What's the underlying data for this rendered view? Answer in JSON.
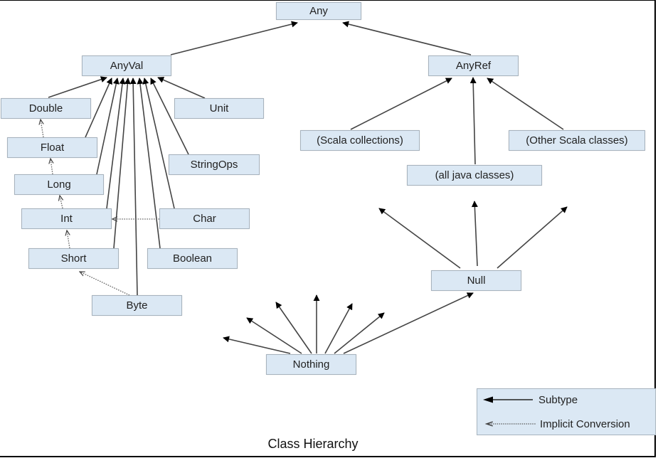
{
  "title": "Class Hierarchy",
  "colors": {
    "node_fill": "#dbe8f4",
    "node_border": "#a7b3be",
    "edge": "#333333",
    "arrowhead": "#000000"
  },
  "nodes": {
    "any": "Any",
    "anyval": "AnyVal",
    "anyref": "AnyRef",
    "double": "Double",
    "float": "Float",
    "long": "Long",
    "int": "Int",
    "short": "Short",
    "byte": "Byte",
    "unit": "Unit",
    "stringops": "StringOps",
    "char": "Char",
    "boolean": "Boolean",
    "scala_collections": "(Scala collections)",
    "other_scala_classes": "(Other Scala classes)",
    "all_java_classes": "(all java classes)",
    "null": "Null",
    "nothing": "Nothing"
  },
  "edges": {
    "subtype": [
      [
        "anyval",
        "any"
      ],
      [
        "anyref",
        "any"
      ],
      [
        "double",
        "anyval"
      ],
      [
        "float",
        "anyval"
      ],
      [
        "long",
        "anyval"
      ],
      [
        "int",
        "anyval"
      ],
      [
        "short",
        "anyval"
      ],
      [
        "byte",
        "anyval"
      ],
      [
        "boolean",
        "anyval"
      ],
      [
        "char",
        "anyval"
      ],
      [
        "stringops",
        "anyval"
      ],
      [
        "unit",
        "anyval"
      ],
      [
        "scala_collections",
        "anyref"
      ],
      [
        "all_java_classes",
        "anyref"
      ],
      [
        "other_scala_classes",
        "anyref"
      ],
      [
        "null",
        "scala_collections"
      ],
      [
        "null",
        "all_java_classes"
      ],
      [
        "null",
        "other_scala_classes"
      ],
      [
        "nothing",
        "null"
      ],
      [
        "nothing",
        "anyval-subtypes"
      ]
    ],
    "implicit_conversion": [
      [
        "float",
        "double"
      ],
      [
        "long",
        "float"
      ],
      [
        "int",
        "long"
      ],
      [
        "short",
        "int"
      ],
      [
        "byte",
        "short"
      ],
      [
        "char",
        "int"
      ]
    ]
  },
  "legend": {
    "subtype_label": "Subtype",
    "implicit_label": "Implicit Conversion"
  }
}
